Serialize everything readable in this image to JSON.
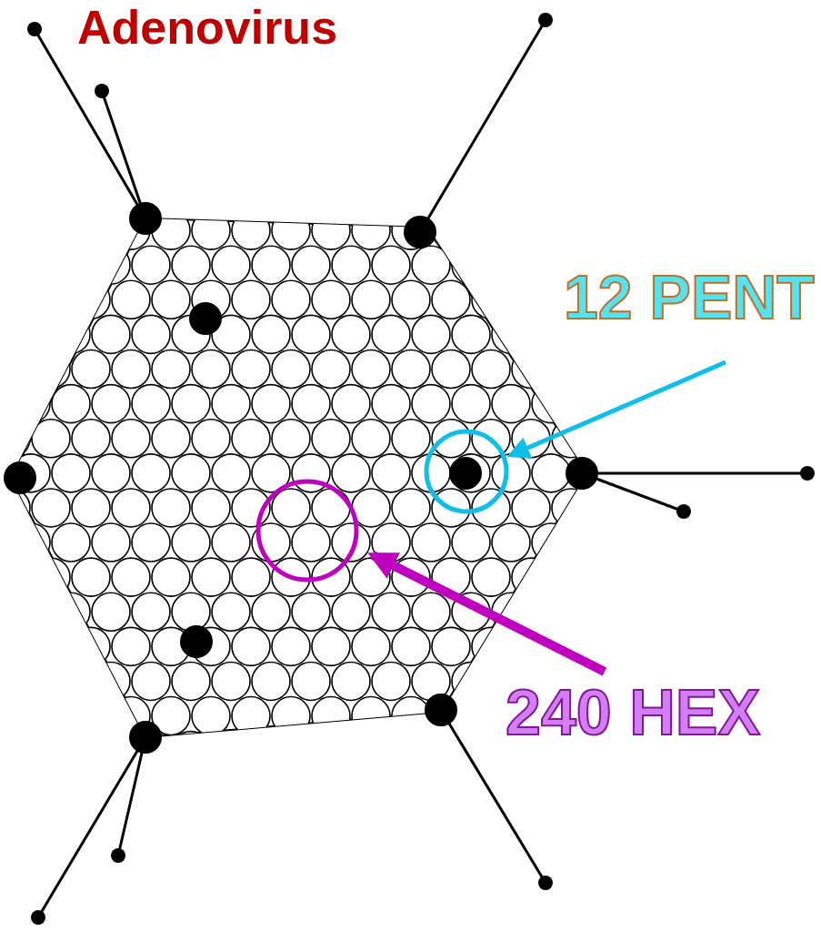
{
  "diagram": {
    "title": "Adenovirus",
    "labels": [
      "12 PENT",
      "240 HEX"
    ]
  }
}
